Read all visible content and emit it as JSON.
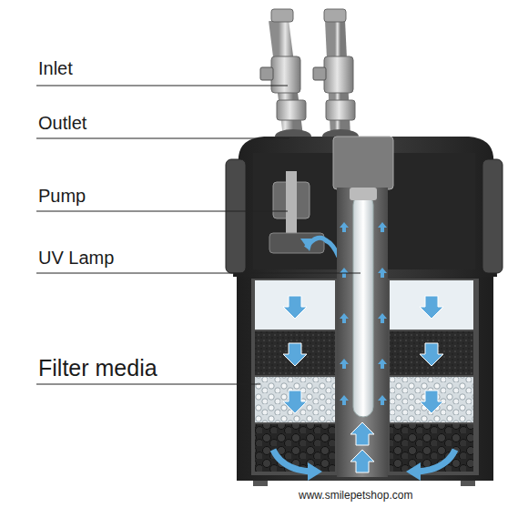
{
  "diagram": {
    "labels": [
      "Inlet",
      "Outlet",
      "Pump",
      "UV Lamp",
      "Filter media",
      "www.smilepetshop.com"
    ]
  }
}
